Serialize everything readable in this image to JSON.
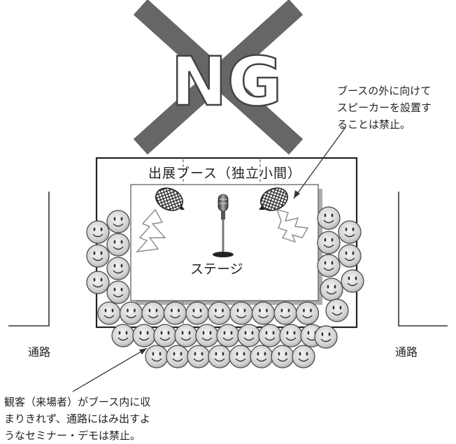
{
  "ng_mark": "NG",
  "booth_title": "出展ブース（独立小間）",
  "stage_label": "ステージ",
  "aisle_left": "通路",
  "aisle_right": "通路",
  "speaker_note": [
    "ブースの外に向けて",
    "スピーカーを設置す",
    "ることは禁止。"
  ],
  "audience_note": [
    "観客（来場者）がブース内に収",
    "まりきれず、通路にはみ出すよ",
    "うなセミナー・デモは禁止。"
  ]
}
